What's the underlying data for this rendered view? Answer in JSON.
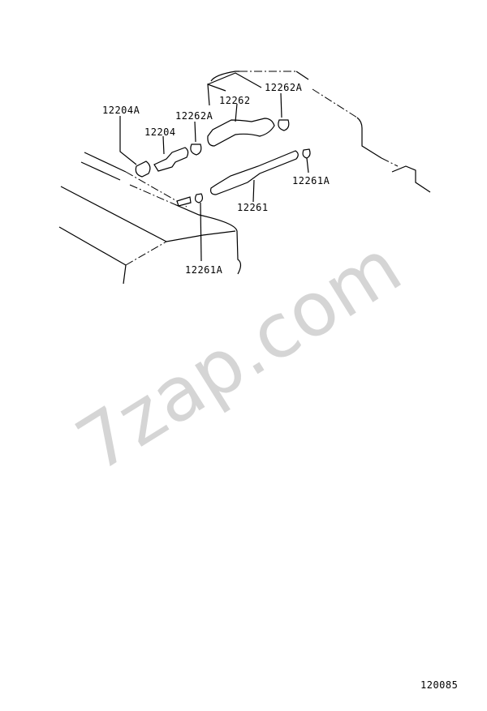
{
  "diagram": {
    "part_labels": {
      "grommet": "12204A",
      "pcv_valve": "12204",
      "clamp_upper_left": "12262A",
      "hose_upper": "12262",
      "clamp_upper_right": "12262A",
      "clamp_lower_right": "12261A",
      "hose_lower": "12261",
      "clamp_lower_left": "12261A"
    },
    "diagram_number": "120085",
    "watermark": "7zap.com"
  }
}
